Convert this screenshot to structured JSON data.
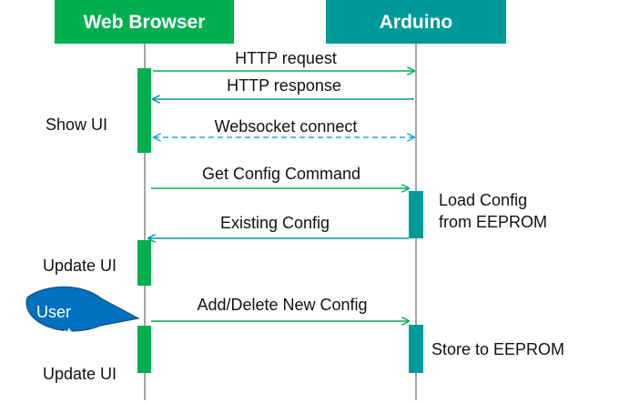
{
  "participants": {
    "browser": {
      "label": "Web Browser",
      "color": "#00b050"
    },
    "arduino": {
      "label": "Arduino",
      "color": "#009999"
    }
  },
  "messages": [
    {
      "label": "HTTP request",
      "direction": "browser-to-arduino",
      "style": "solid",
      "color": "#00b050"
    },
    {
      "label": "HTTP response",
      "direction": "arduino-to-browser",
      "style": "solid",
      "color": "#009999"
    },
    {
      "label": "Websocket connect",
      "direction": "bidirectional",
      "style": "dashed",
      "color": "#1ea7e0"
    },
    {
      "label": "Get Config Command",
      "direction": "browser-to-arduino",
      "style": "solid",
      "color": "#00b050"
    },
    {
      "label": "Existing Config",
      "direction": "arduino-to-browser",
      "style": "solid",
      "color": "#009999"
    },
    {
      "label": "Add/Delete New Config",
      "direction": "browser-to-arduino",
      "style": "solid",
      "color": "#00b050"
    }
  ],
  "notes": {
    "show_ui": "Show UI",
    "update_ui_1": "Update UI",
    "update_ui_2": "Update UI",
    "load_config_line1": "Load Config",
    "load_config_line2": "from EEPROM",
    "store_eeprom": "Store to EEPROM"
  },
  "callout": {
    "line1": "User",
    "line2": "input",
    "color": "#0070c0"
  },
  "lifeline_color": "#a6a6a6"
}
